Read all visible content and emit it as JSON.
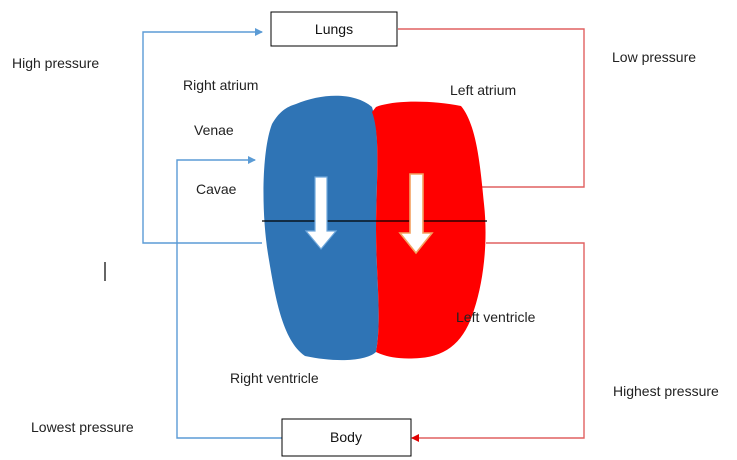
{
  "boxes": {
    "lungs": "Lungs",
    "body": "Body"
  },
  "labels": {
    "high_pressure": "High pressure",
    "low_pressure": "Low pressure",
    "highest_pressure": "Highest pressure",
    "lowest_pressure": "Lowest pressure",
    "right_atrium": "Right atrium",
    "left_atrium": "Left atrium",
    "venae": "Venae",
    "cavae": "Cavae",
    "left_ventricle": "Left ventricle",
    "right_ventricle": "Right ventricle"
  },
  "colors": {
    "deoxygenated": "#2f74b5",
    "oxygenated": "#ff0000",
    "vessel_blue": "#5b9bd5",
    "vessel_red": "#e06060"
  }
}
